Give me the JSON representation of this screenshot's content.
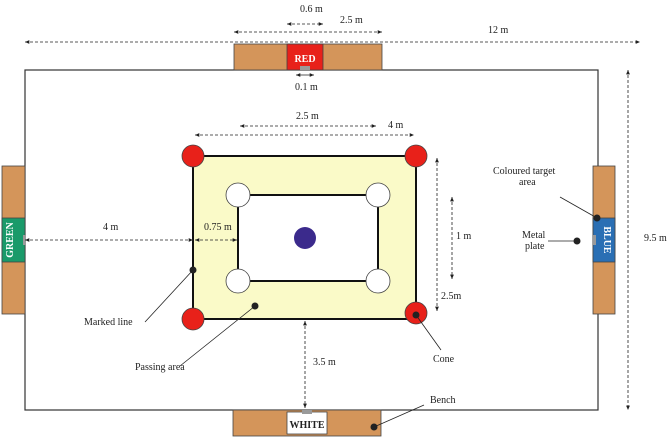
{
  "dimensions": {
    "width_12m": "12 m",
    "height_9_5m": "9.5 m",
    "bench_top_0_6m": "0.6 m",
    "bench_top_2_5m": "2.5 m",
    "plate_0_1m": "0.1 m",
    "square_2_5m": "2.5 m",
    "square_4m": "4 m",
    "left_4m": "4 m",
    "inner_0_75m": "0.75 m",
    "inner_1m": "1 m",
    "square_side_2_5m": "2.5m",
    "bottom_3_5m": "3.5 m"
  },
  "targets": {
    "top": "RED",
    "left": "GREEN",
    "right": "BLUE",
    "bottom": "WHITE"
  },
  "labels": {
    "coloured_target_area": "Coloured target area",
    "metal_plate": "Metal plate",
    "marked_line": "Marked line",
    "passing_area": "Passing area",
    "cone": "Cone",
    "bench": "Bench"
  },
  "colors": {
    "bench": "#d4955a",
    "red_target": "#e8211a",
    "green_target": "#1a9a6a",
    "blue_target": "#2a6fb4",
    "passing_area": "#fafac8",
    "cone_red": "#e8211a",
    "cone_white": "#ffffff",
    "center_ball": "#3b2a8c",
    "metal_plate": "#9a9a9a"
  }
}
